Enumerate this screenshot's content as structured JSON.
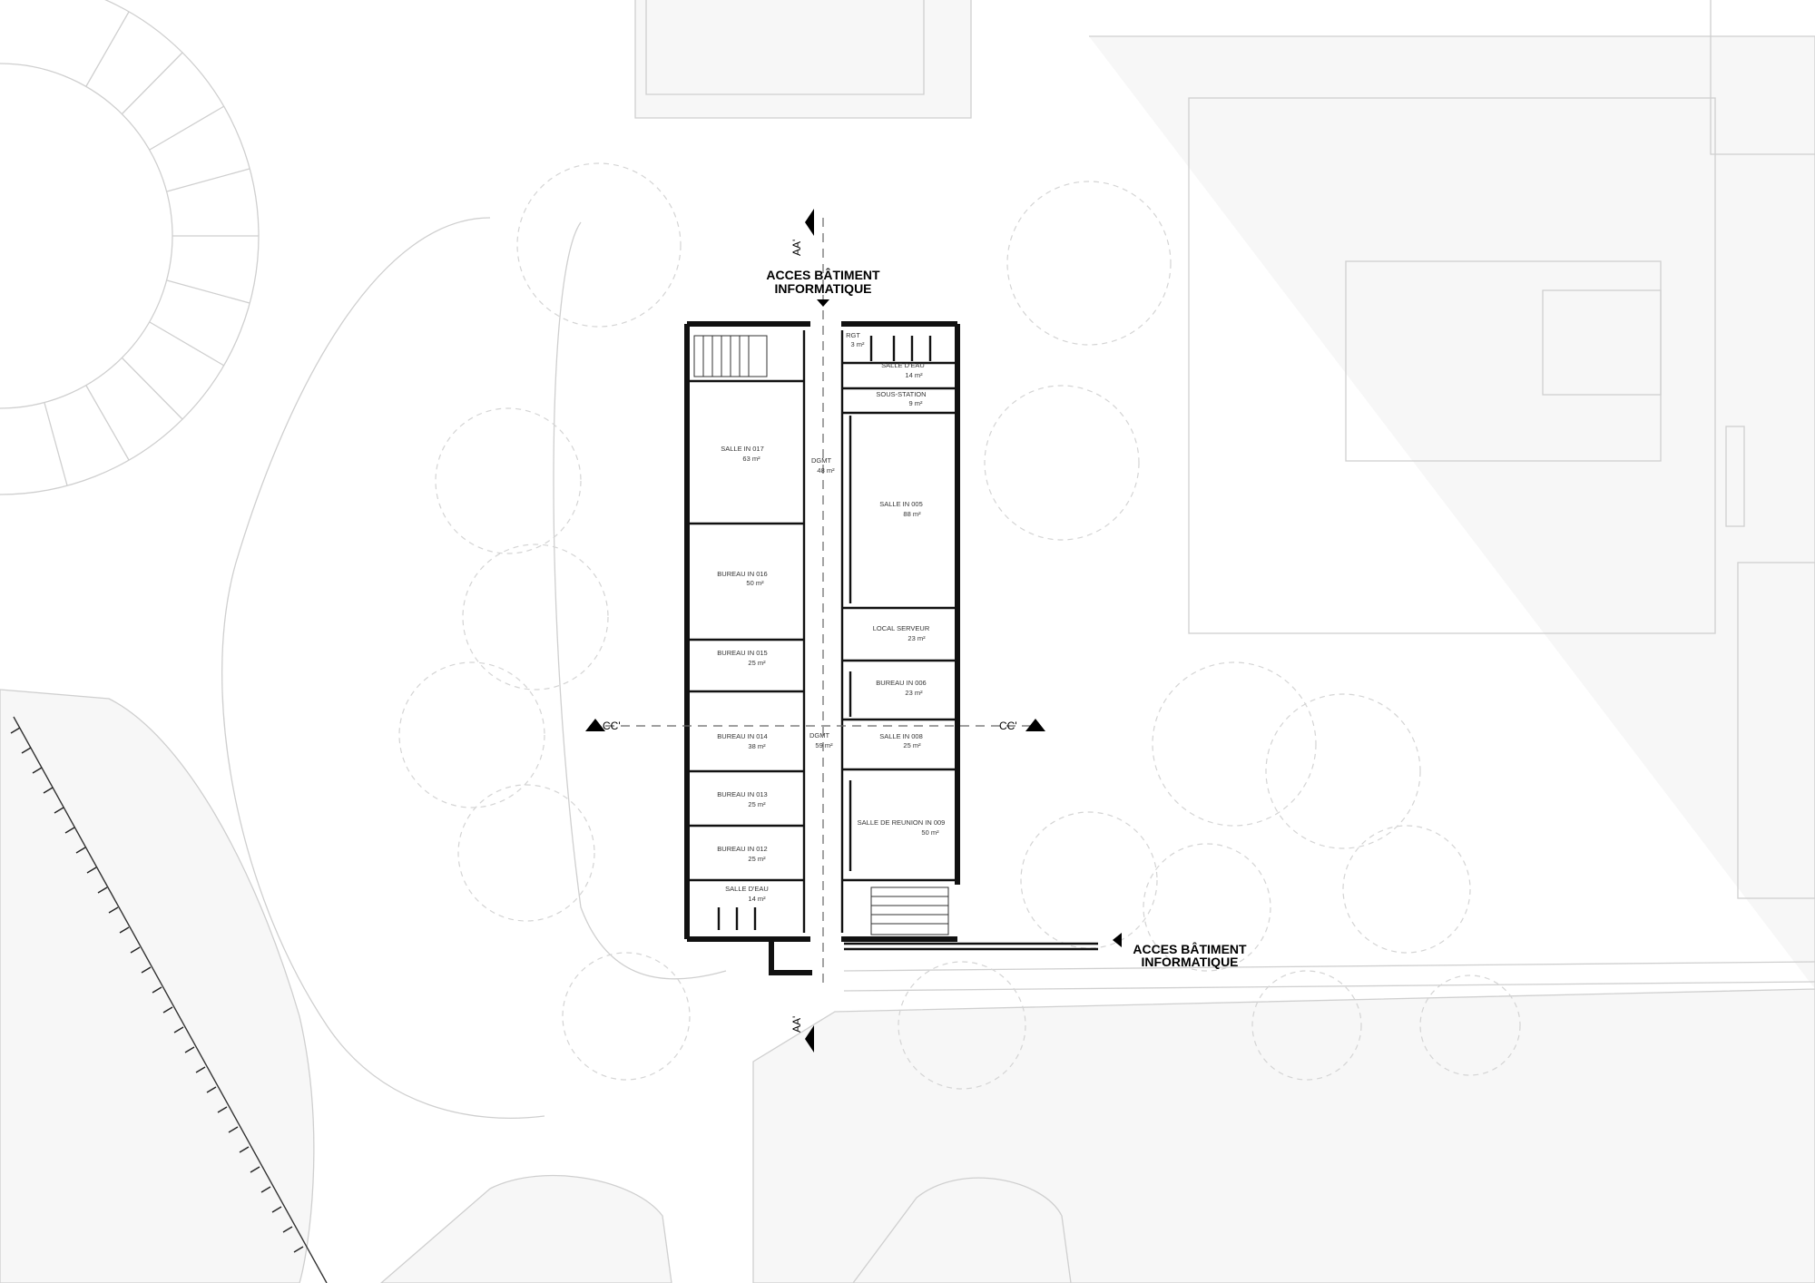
{
  "access": {
    "north_line1": "ACCES BÂTIMENT",
    "north_line2": "INFORMATIQUE",
    "east_line1": "ACCES BÂTIMENT",
    "east_line2": "INFORMATIQUE"
  },
  "sections": {
    "aa_top": "AA'",
    "aa_bottom": "AA'",
    "cc_left": "CC'",
    "cc_right": "CC'"
  },
  "rooms": {
    "r_rgt": {
      "name": "RGT",
      "area": "3 m²"
    },
    "r_sde_top": {
      "name": "SALLE D'EAU",
      "area": "14 m²"
    },
    "r_sous": {
      "name": "SOUS-STATION",
      "area": "9 m²"
    },
    "r_017": {
      "name": "SALLE IN 017",
      "area": "63 m²"
    },
    "r_dgmt1": {
      "name": "DGMT",
      "area": "48 m²"
    },
    "r_005": {
      "name": "SALLE IN 005",
      "area": "88 m²"
    },
    "r_016": {
      "name": "BUREAU IN 016",
      "area": "50 m²"
    },
    "r_serveur": {
      "name": "LOCAL SERVEUR",
      "area": "23 m²"
    },
    "r_015": {
      "name": "BUREAU IN 015",
      "area": "25 m²"
    },
    "r_006": {
      "name": "BUREAU IN 006",
      "area": "23 m²"
    },
    "r_014": {
      "name": "BUREAU IN 014",
      "area": "38 m²"
    },
    "r_dgmt2": {
      "name": "DGMT",
      "area": "59 m²"
    },
    "r_008": {
      "name": "SALLE IN 008",
      "area": "25 m²"
    },
    "r_013": {
      "name": "BUREAU IN 013",
      "area": "25 m²"
    },
    "r_009": {
      "name": "SALLE DE REUNION IN 009",
      "area": "50 m²"
    },
    "r_012": {
      "name": "BUREAU IN 012",
      "area": "25 m²"
    },
    "r_sde_bot": {
      "name": "SALLE D'EAU",
      "area": "14 m²"
    }
  }
}
